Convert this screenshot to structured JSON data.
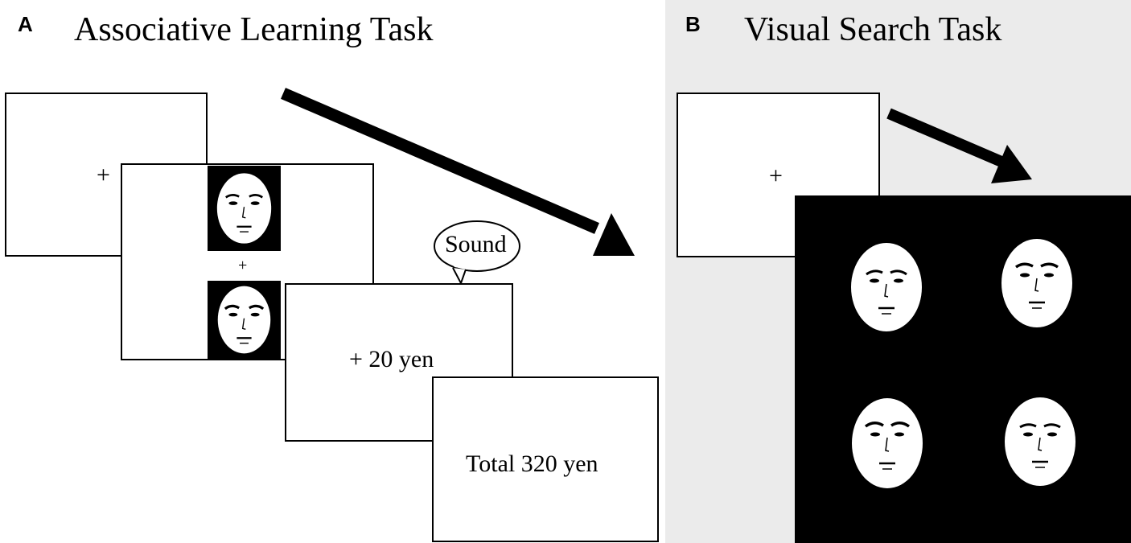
{
  "panel_a": {
    "letter": "A",
    "title": "Associative Learning Task",
    "fixation": "+",
    "pair_fixation": "+",
    "feedback": "+ 20 yen",
    "sound_label": "Sound",
    "total": "Total  320  yen"
  },
  "panel_b": {
    "letter": "B",
    "title": "Visual Search Task",
    "fixation": "+"
  },
  "colors": {
    "panel_b_background": "#ebebeb",
    "screen_border": "#000000",
    "face_background": "#000000"
  }
}
